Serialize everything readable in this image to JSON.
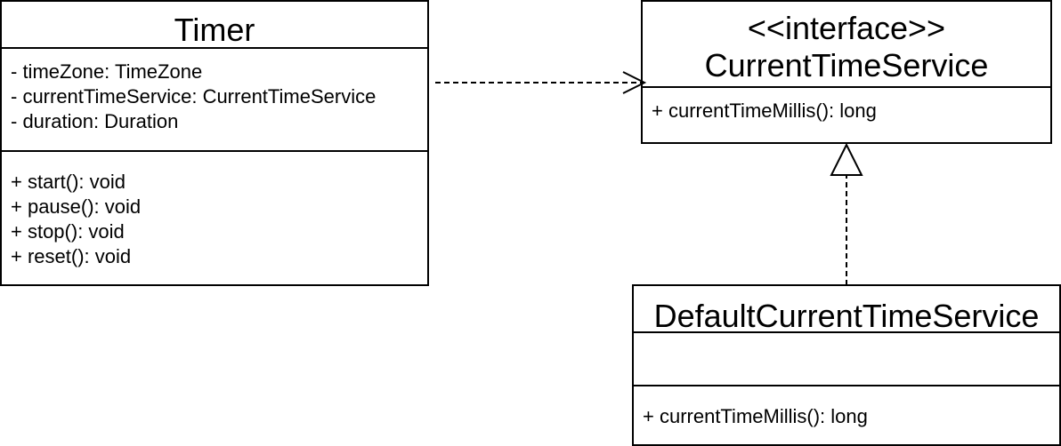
{
  "classes": {
    "timer": {
      "name": "Timer",
      "attributes": [
        "- timeZone: TimeZone",
        "- currentTimeService: CurrentTimeService",
        "- duration: Duration"
      ],
      "operations": [
        "+ start(): void",
        "+ pause(): void",
        "+ stop(): void",
        "+ reset(): void"
      ]
    },
    "current_time_service": {
      "stereotype": "<<interface>>",
      "name": "CurrentTimeService",
      "operations": [
        "+ currentTimeMillis(): long"
      ]
    },
    "default_current_time_service": {
      "name": "DefaultCurrentTimeService",
      "attributes": [],
      "operations": [
        "+ currentTimeMillis(): long"
      ]
    }
  },
  "relationships": [
    {
      "type": "dependency",
      "from": "Timer",
      "to": "CurrentTimeService"
    },
    {
      "type": "realization",
      "from": "DefaultCurrentTimeService",
      "to": "CurrentTimeService"
    }
  ]
}
